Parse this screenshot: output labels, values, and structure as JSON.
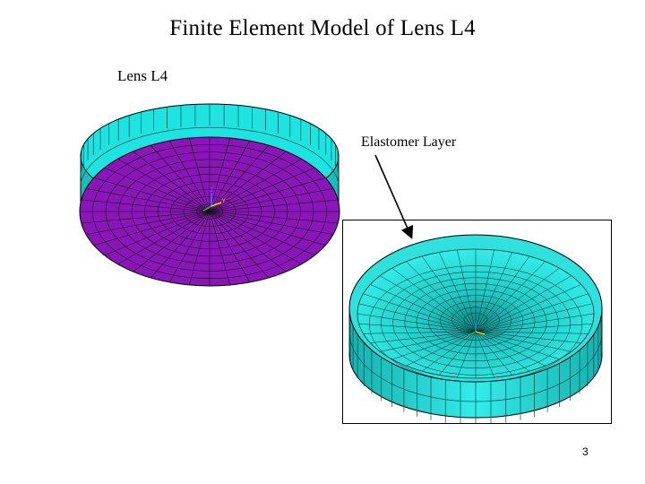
{
  "slide": {
    "title": "Finite Element Model of Lens L4",
    "page_number": "3"
  },
  "labels": {
    "lens": "Lens L4",
    "elastomer": "Elastomer Layer"
  },
  "colors": {
    "lens_face": "#8a15b8",
    "lens_wall": "#1fe3e0",
    "elastomer_surface": "#2fe0dc",
    "mesh_line": "#0b0b0b"
  },
  "icons": {
    "axis_triad": "xyz-axis-triad-icon"
  }
}
